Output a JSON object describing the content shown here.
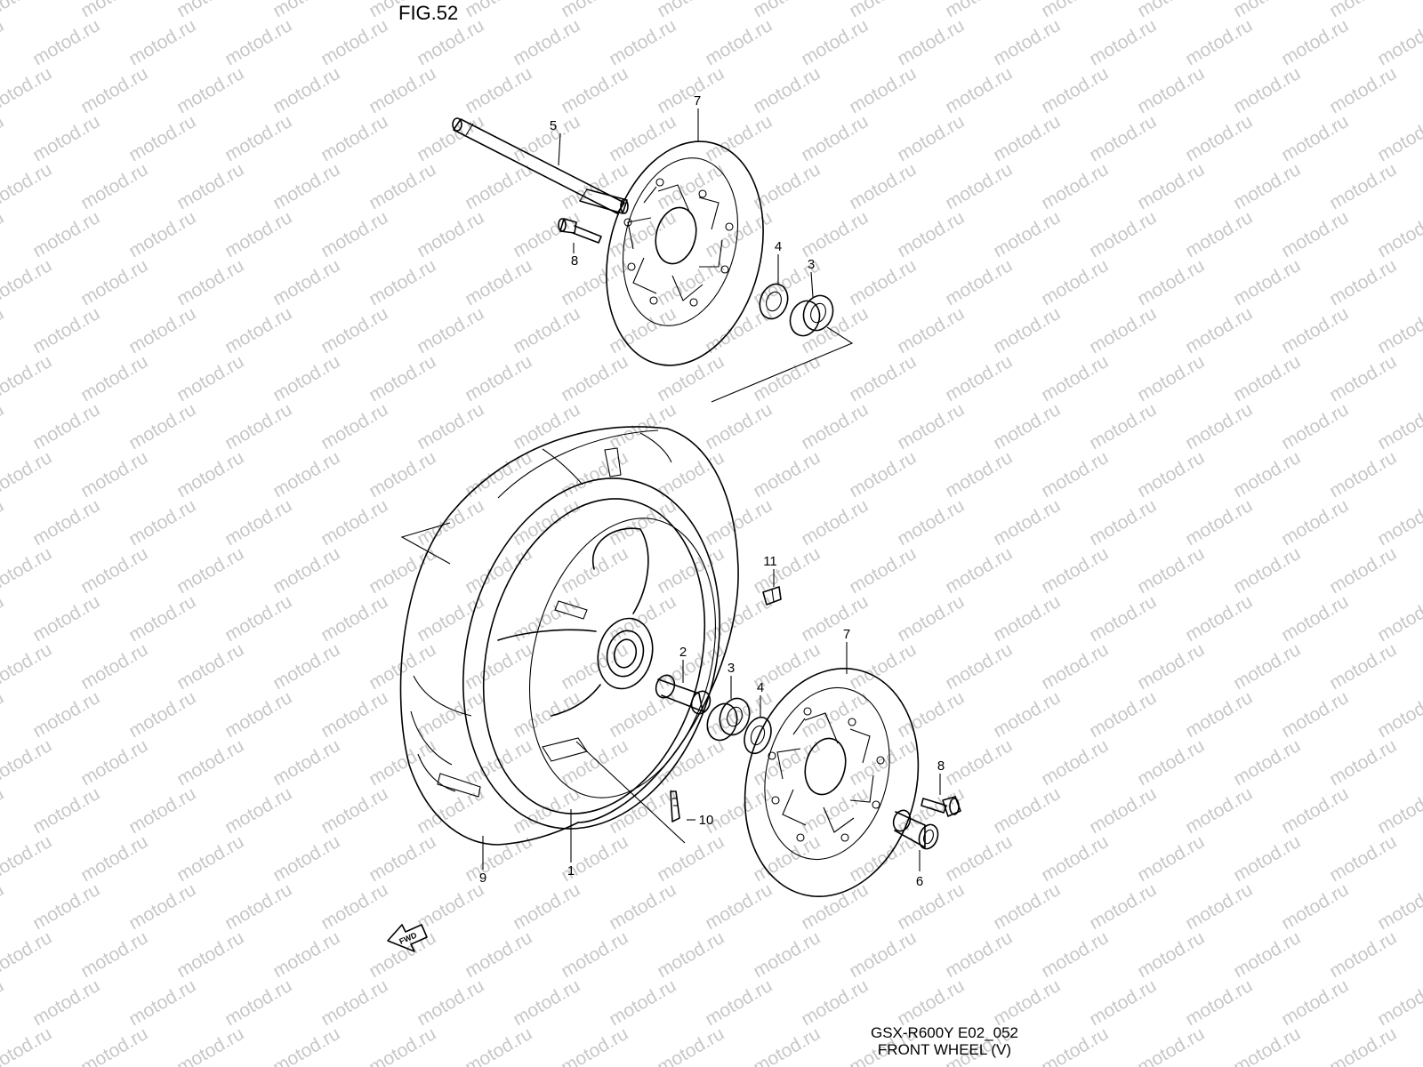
{
  "figure": {
    "title": "FIG.52"
  },
  "watermark": {
    "text": "motod.ru",
    "color": "#c8c8c8"
  },
  "caption": {
    "model_code": "GSX-R600Y E02_052",
    "title": "FRONT WHEEL (V)"
  },
  "fwd_arrow": {
    "label": "FWD"
  },
  "callouts": [
    "1",
    "2",
    "3",
    "3",
    "4",
    "4",
    "5",
    "6",
    "7",
    "7",
    "8",
    "8",
    "9",
    "10",
    "11"
  ]
}
